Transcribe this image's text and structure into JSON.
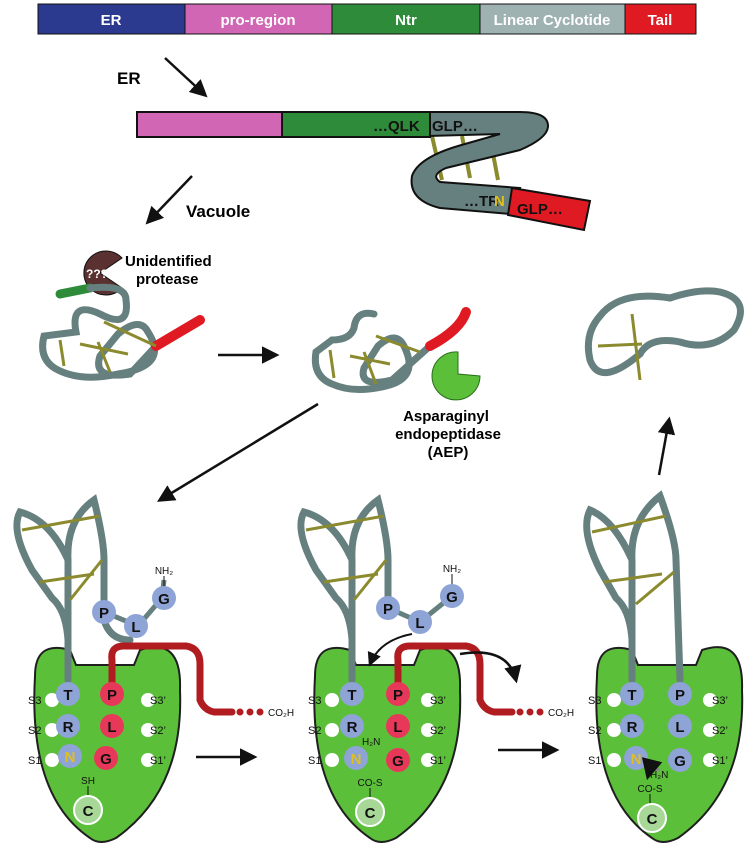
{
  "domain_bar": {
    "segments": [
      {
        "label": "ER",
        "color": "#2b3a8f"
      },
      {
        "label": "pro-region",
        "color": "#d066b4"
      },
      {
        "label": "Ntr",
        "color": "#2e8b3a"
      },
      {
        "label": "Linear Cyclotide",
        "color": "#9fb2b2"
      },
      {
        "label": "Tail",
        "color": "#e01a22"
      }
    ]
  },
  "labels": {
    "er": "ER",
    "vacuole": "Vacuole",
    "protease_line1": "Unidentified",
    "protease_line2": "protease",
    "protease_mark": "???",
    "aep_line1": "Asparaginyl",
    "aep_line2": "endopeptidase",
    "aep_line3": "(AEP)",
    "seq_qlk": "…QLK",
    "seq_glp1": "GLP…",
    "seq_tr": "…TR",
    "seq_n": "N",
    "seq_glp2": "GLP…",
    "nh2": "NH₂",
    "h2n": "H₂N",
    "co2h": "CO₂H",
    "sh": "SH",
    "cos": "CO-S"
  },
  "residues": {
    "t": "T",
    "r": "R",
    "n": "N",
    "g": "G",
    "p": "P",
    "l": "L",
    "c": "C"
  },
  "sites": {
    "s3": "S3",
    "s2": "S2",
    "s1": "S1",
    "s3p": "S3’",
    "s2p": "S2’",
    "s1p": "S1’"
  },
  "colors": {
    "er": "#2b3a8f",
    "pro": "#d066b4",
    "ntr": "#2e8b3a",
    "cyclotide": "#66807f",
    "cyclotide_light": "#9fb2b2",
    "tail": "#e01a22",
    "tail_dark": "#b01c20",
    "disulfide": "#8b8a2e",
    "enzyme": "#5bbf3a",
    "residue_blue": "#8ea3d6",
    "residue_red": "#e8385a",
    "asn_yellow": "#e0c020",
    "protease": "#5a3030"
  }
}
